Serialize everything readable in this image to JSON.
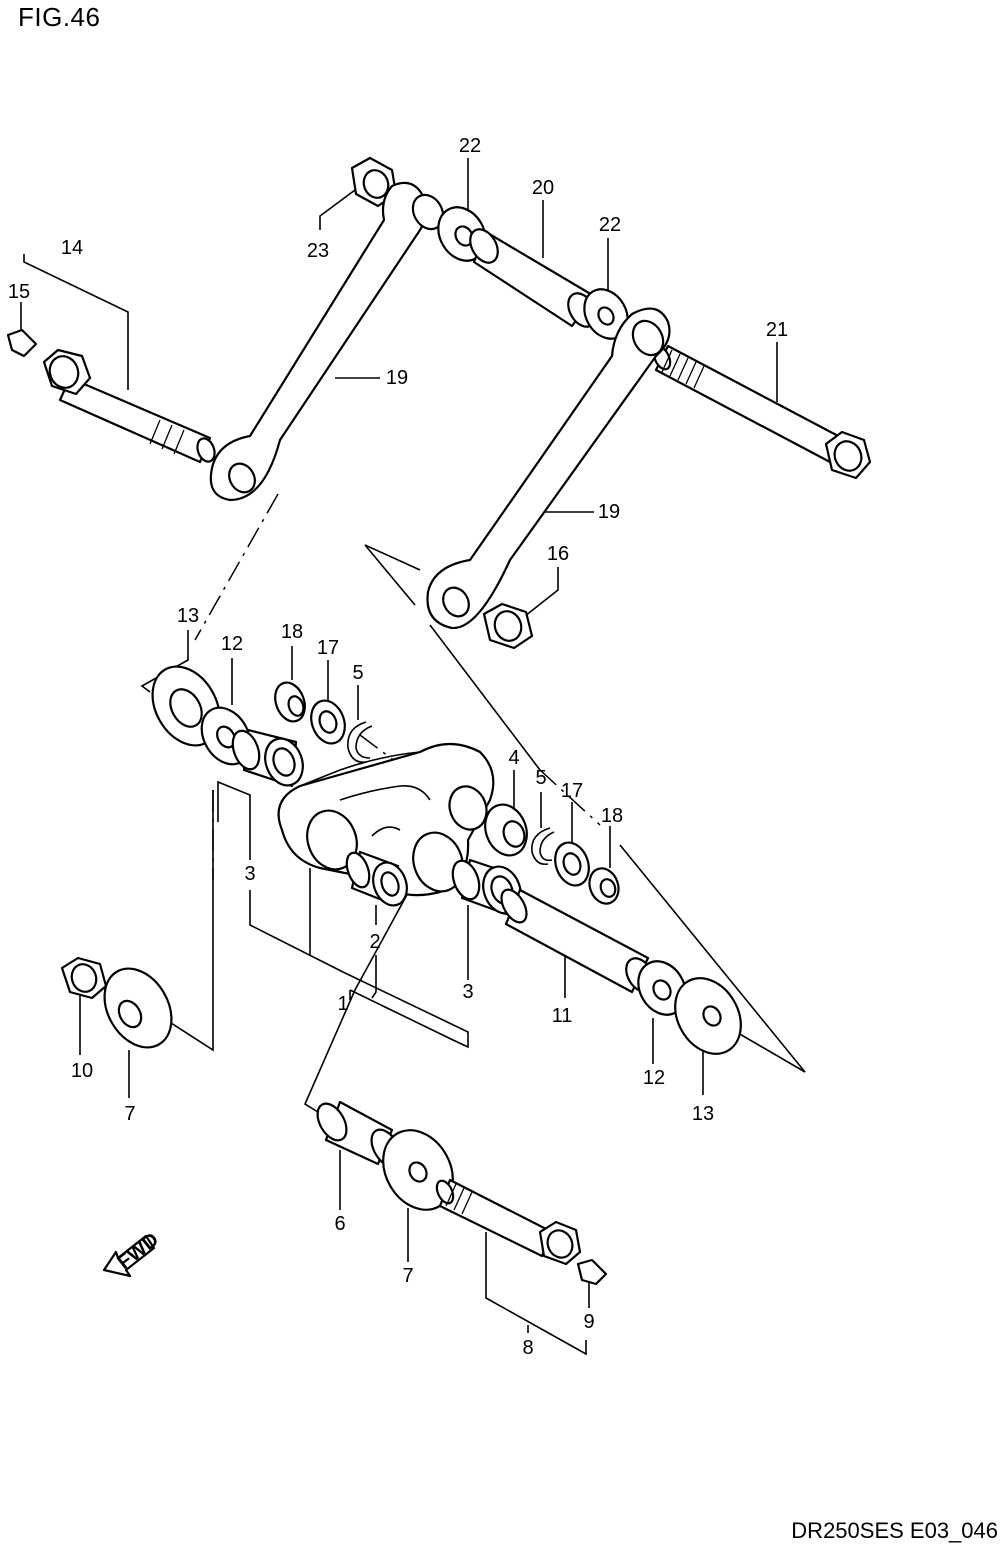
{
  "figure_title": "FIG.46",
  "diagram_code": "DR250SES E03_046",
  "fwd_label": "FWD",
  "callouts": [
    "1",
    "2",
    "3",
    "3",
    "4",
    "5",
    "5",
    "6",
    "7",
    "7",
    "8",
    "9",
    "10",
    "11",
    "12",
    "12",
    "13",
    "13",
    "14",
    "15",
    "16",
    "17",
    "17",
    "18",
    "18",
    "19",
    "19",
    "20",
    "21",
    "22",
    "22",
    "23"
  ]
}
